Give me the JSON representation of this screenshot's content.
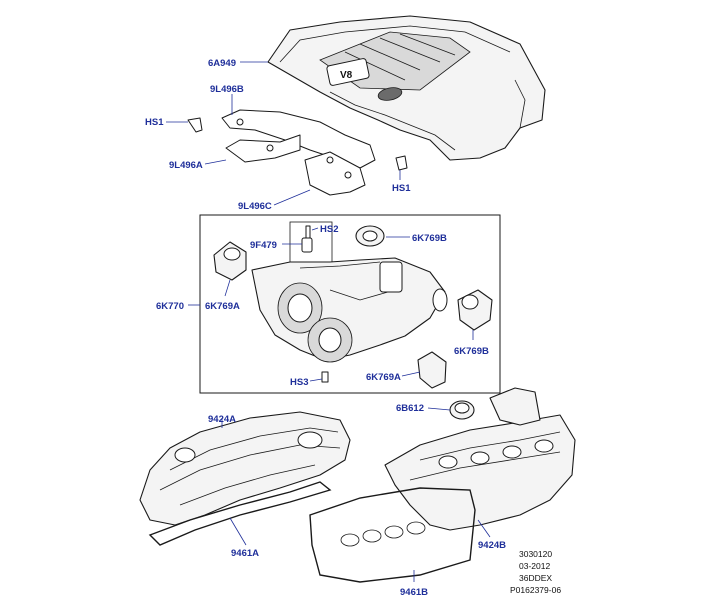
{
  "callouts": {
    "c_6A949": "6A949",
    "c_9L496B": "9L496B",
    "c_HS1_left": "HS1",
    "c_9L496A": "9L496A",
    "c_HS1_right": "HS1",
    "c_9L496C": "9L496C",
    "c_HS2": "HS2",
    "c_9F479": "9F479",
    "c_6K769B_top": "6K769B",
    "c_6K770": "6K770",
    "c_6K769A_left": "6K769A",
    "c_6K769B_right": "6K769B",
    "c_HS3": "HS3",
    "c_6K769A_bottom": "6K769A",
    "c_9424A": "9424A",
    "c_6B612": "6B612",
    "c_9461A": "9461A",
    "c_9424B": "9424B",
    "c_9461B": "9461B"
  },
  "cover_badge": "V8",
  "reference": {
    "line1": "3030120",
    "line2": "03-2012",
    "line3": "36DDEX",
    "line4": "P0162379-06"
  },
  "colors": {
    "callout": "#1f2f9a",
    "line_art": "#1a1a1a"
  }
}
